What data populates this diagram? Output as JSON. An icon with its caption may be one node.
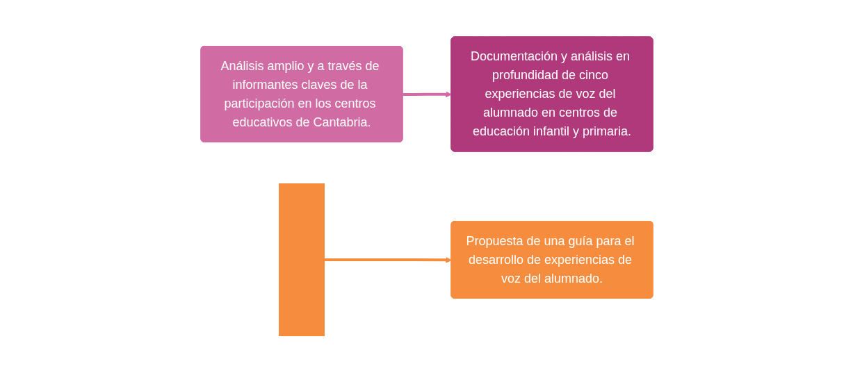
{
  "diagram": {
    "nodes": [
      {
        "text": [
          "Análisis amplio y a través de informantes claves de la participación en los centros educativos de Cantabria."
        ]
      },
      {
        "text": [
          "Documentación y análisis en profundidad de cinco experiencias de voz del alumnado en centros de educación infantil y primaria."
        ]
      },
      {
        "text": [],
        "shape": "bar"
      },
      {
        "text": [
          "Propuesta de una guía para el desarrollo de experiencias de voz del alumnado."
        ]
      }
    ],
    "edges": [
      {
        "from": 0,
        "to": 1,
        "arrow": "to",
        "color": "#d06ba3"
      },
      {
        "from": 2,
        "to": 3,
        "arrow": "to",
        "color": "#f68d3e"
      }
    ]
  }
}
